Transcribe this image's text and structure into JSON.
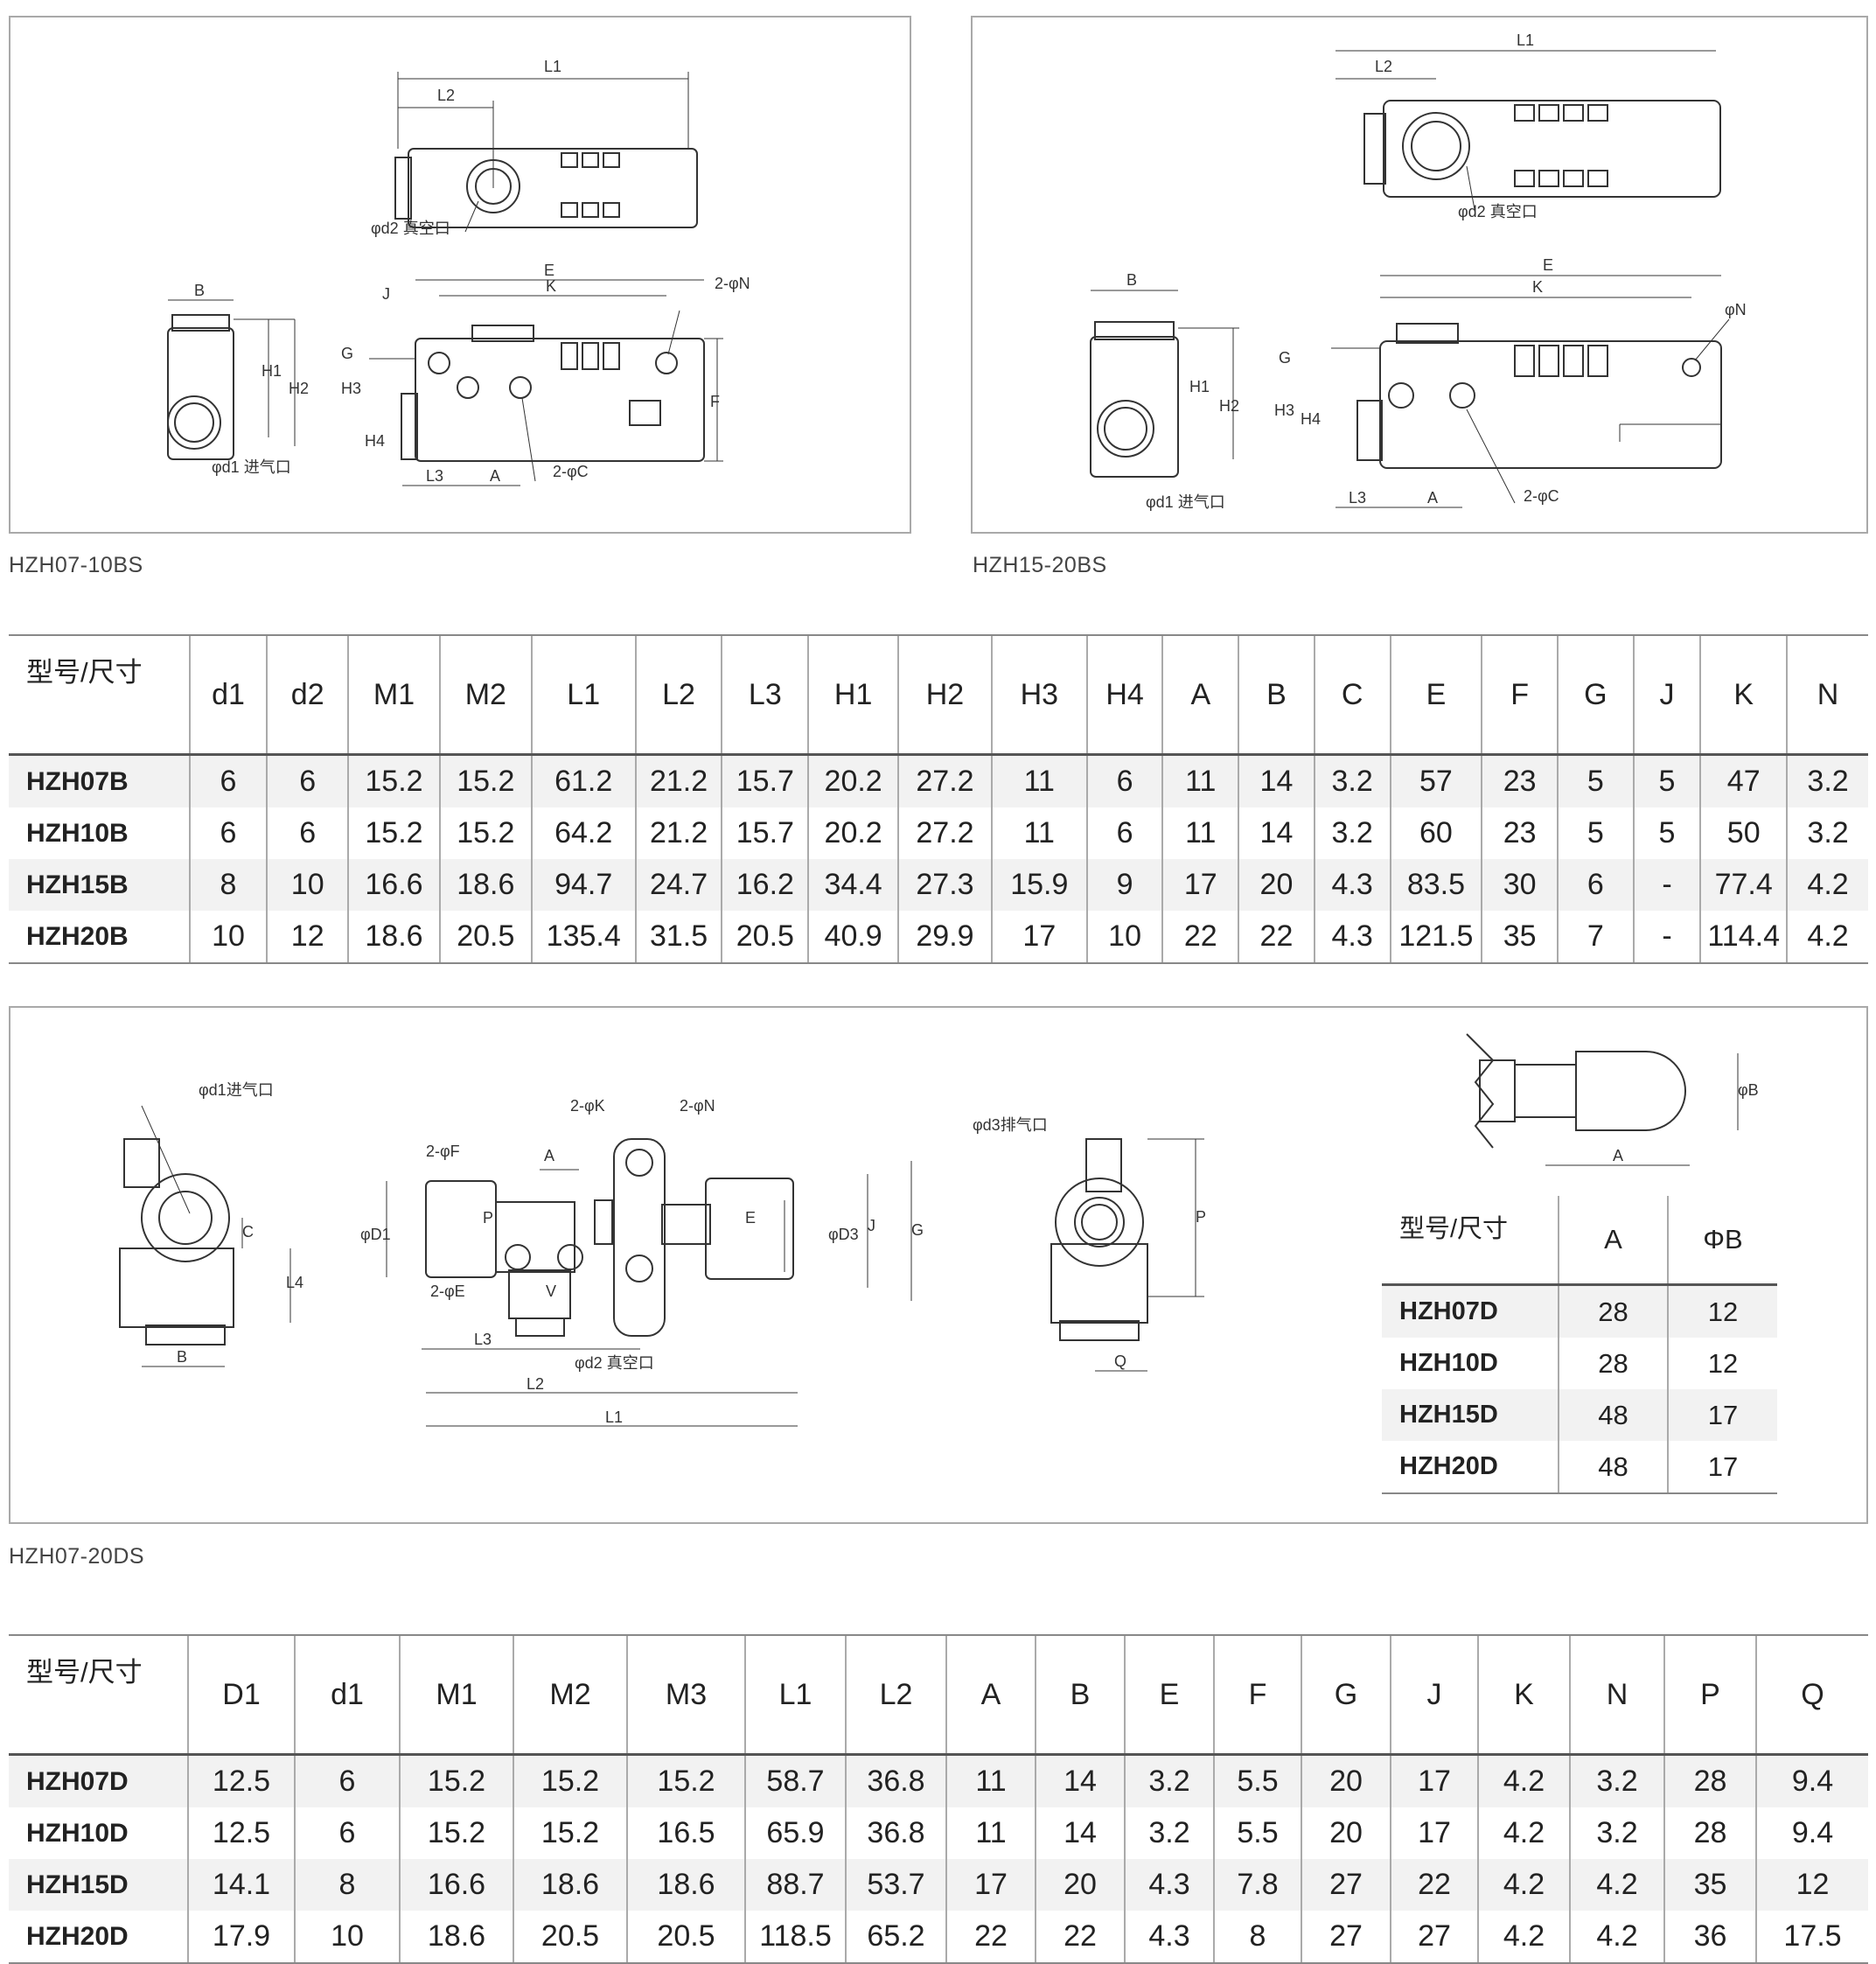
{
  "diagram1": {
    "caption": "HZH07-10BS",
    "labels": {
      "L1": "L1",
      "L2": "L2",
      "d2": "φd2 真空口",
      "B": "B",
      "E": "E",
      "K": "K",
      "J": "J",
      "N": "2-φN",
      "G": "G",
      "H1": "H1",
      "H2": "H2",
      "H3": "H3",
      "H4": "H4",
      "F": "F",
      "d1": "φd1 进气口",
      "L3": "L3",
      "A": "A",
      "C": "2-φC"
    }
  },
  "diagram2": {
    "caption": "HZH15-20BS",
    "labels": {
      "L1": "L1",
      "L2": "L2",
      "d2": "φd2 真空口",
      "B": "B",
      "E": "E",
      "K": "K",
      "N": "φN",
      "G": "G",
      "H1": "H1",
      "H2": "H2",
      "H3": "H3",
      "H4": "H4",
      "d1": "φd1 进气口",
      "L3": "L3",
      "A": "A",
      "C": "2-φC"
    }
  },
  "table1": {
    "headers": [
      "型号/尺寸",
      "d1",
      "d2",
      "M1",
      "M2",
      "L1",
      "L2",
      "L3",
      "H1",
      "H2",
      "H3",
      "H4",
      "A",
      "B",
      "C",
      "E",
      "F",
      "G",
      "J",
      "K",
      "N"
    ],
    "rows": [
      [
        "HZH07B",
        "6",
        "6",
        "15.2",
        "15.2",
        "61.2",
        "21.2",
        "15.7",
        "20.2",
        "27.2",
        "11",
        "6",
        "11",
        "14",
        "3.2",
        "57",
        "23",
        "5",
        "5",
        "47",
        "3.2"
      ],
      [
        "HZH10B",
        "6",
        "6",
        "15.2",
        "15.2",
        "64.2",
        "21.2",
        "15.7",
        "20.2",
        "27.2",
        "11",
        "6",
        "11",
        "14",
        "3.2",
        "60",
        "23",
        "5",
        "5",
        "50",
        "3.2"
      ],
      [
        "HZH15B",
        "8",
        "10",
        "16.6",
        "18.6",
        "94.7",
        "24.7",
        "16.2",
        "34.4",
        "27.3",
        "15.9",
        "9",
        "17",
        "20",
        "4.3",
        "83.5",
        "30",
        "6",
        "-",
        "77.4",
        "4.2"
      ],
      [
        "HZH20B",
        "10",
        "12",
        "18.6",
        "20.5",
        "135.4",
        "31.5",
        "20.5",
        "40.9",
        "29.9",
        "17",
        "10",
        "22",
        "22",
        "4.3",
        "121.5",
        "35",
        "7",
        "-",
        "114.4",
        "4.2"
      ]
    ]
  },
  "diagram3": {
    "caption": "HZH07-20DS",
    "labels": {
      "d1": "φd1进气口",
      "C": "C",
      "L4": "L4",
      "B": "B",
      "K": "2-φK",
      "N": "2-φN",
      "F": "2-φF",
      "A": "A",
      "D1": "φD1",
      "D3": "φD3",
      "J": "J",
      "G": "G",
      "E": "2-φE",
      "L3": "L3",
      "d2": "φd2 真空口",
      "L2": "L2",
      "L1": "L1",
      "d3": "φd3排气口",
      "P": "P",
      "Q": "Q",
      "Bphi": "φB",
      "Aside": "A",
      "mP": "P",
      "mE": "E",
      "mV": "V"
    }
  },
  "table_small": {
    "headers": [
      "型号/尺寸",
      "A",
      "ΦB"
    ],
    "rows": [
      [
        "HZH07D",
        "28",
        "12"
      ],
      [
        "HZH10D",
        "28",
        "12"
      ],
      [
        "HZH15D",
        "48",
        "17"
      ],
      [
        "HZH20D",
        "48",
        "17"
      ]
    ]
  },
  "table2": {
    "headers": [
      "型号/尺寸",
      "D1",
      "d1",
      "M1",
      "M2",
      "M3",
      "L1",
      "L2",
      "A",
      "B",
      "E",
      "F",
      "G",
      "J",
      "K",
      "N",
      "P",
      "Q"
    ],
    "rows": [
      [
        "HZH07D",
        "12.5",
        "6",
        "15.2",
        "15.2",
        "15.2",
        "58.7",
        "36.8",
        "11",
        "14",
        "3.2",
        "5.5",
        "20",
        "17",
        "4.2",
        "3.2",
        "28",
        "9.4"
      ],
      [
        "HZH10D",
        "12.5",
        "6",
        "15.2",
        "15.2",
        "16.5",
        "65.9",
        "36.8",
        "11",
        "14",
        "3.2",
        "5.5",
        "20",
        "17",
        "4.2",
        "3.2",
        "28",
        "9.4"
      ],
      [
        "HZH15D",
        "14.1",
        "8",
        "16.6",
        "18.6",
        "18.6",
        "88.7",
        "53.7",
        "17",
        "20",
        "4.3",
        "7.8",
        "27",
        "22",
        "4.2",
        "4.2",
        "35",
        "12"
      ],
      [
        "HZH20D",
        "17.9",
        "10",
        "18.6",
        "20.5",
        "20.5",
        "118.5",
        "65.2",
        "22",
        "22",
        "4.3",
        "8",
        "27",
        "27",
        "4.2",
        "4.2",
        "36",
        "17.5"
      ]
    ]
  }
}
